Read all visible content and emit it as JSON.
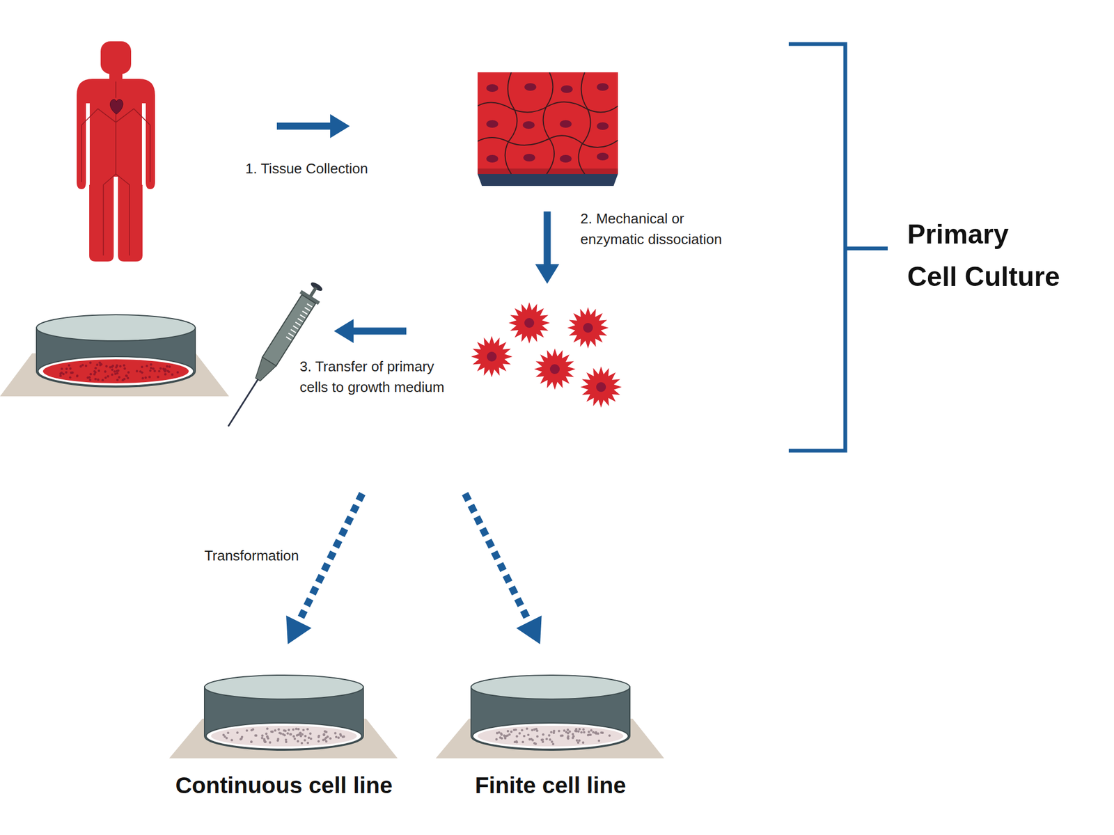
{
  "diagram": {
    "nodes": [
      {
        "text": [
          "Primary Cell Culture"
        ]
      },
      {
        "text": [
          "Continuous cell line"
        ]
      },
      {
        "text": [
          "Finite cell line"
        ]
      }
    ],
    "edges": [
      {
        "from": 0,
        "to": 1,
        "label": "Transformation",
        "arrow": "to"
      },
      {
        "from": 0,
        "to": 2,
        "arrow": "to"
      }
    ],
    "labels": [
      "1. Tissue Collection",
      "2. Mechanical or enzymatic dissociation",
      "3. Transfer of primary cells to growth medium"
    ]
  }
}
